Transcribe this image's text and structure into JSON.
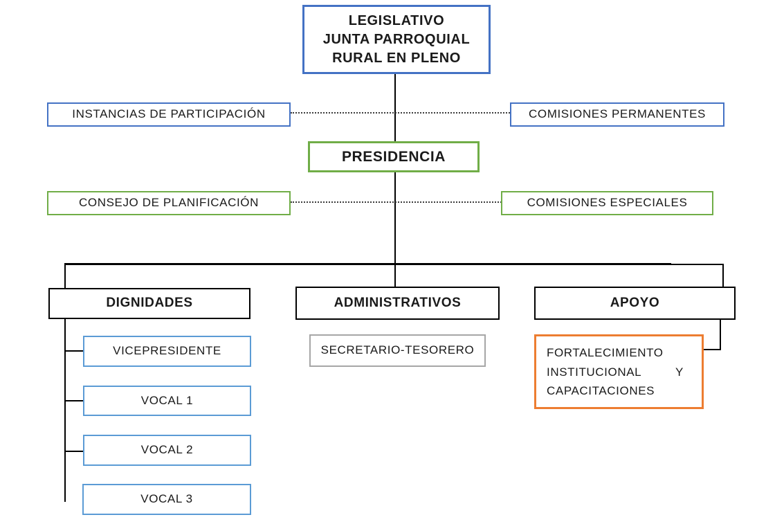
{
  "diagram": {
    "type": "org-chart",
    "nodes": {
      "legislativo": {
        "lines": [
          "LEGISLATIVO",
          "JUNTA PARROQUIAL",
          "RURAL EN PLENO"
        ],
        "border_color": "#4472C4"
      },
      "instancias_participacion": {
        "label": "INSTANCIAS DE PARTICIPACIÓN",
        "border_color": "#4472C4"
      },
      "comisiones_permanentes": {
        "label": "COMISIONES PERMANENTES",
        "border_color": "#4472C4"
      },
      "presidencia": {
        "label": "PRESIDENCIA",
        "border_color": "#70AD47"
      },
      "consejo_planificacion": {
        "label": "CONSEJO DE PLANIFICACIÓN",
        "border_color": "#70AD47"
      },
      "comisiones_especiales": {
        "label": "COMISIONES ESPECIALES",
        "border_color": "#70AD47"
      },
      "dignidades": {
        "label": "DIGNIDADES",
        "border_color": "#000000"
      },
      "administrativos": {
        "label": "ADMINISTRATIVOS",
        "border_color": "#000000"
      },
      "apoyo": {
        "label": "APOYO",
        "border_color": "#000000"
      },
      "vicepresidente": {
        "label": "VICEPRESIDENTE",
        "border_color": "#5B9BD5"
      },
      "vocal1": {
        "label": "VOCAL 1",
        "border_color": "#5B9BD5"
      },
      "vocal2": {
        "label": "VOCAL 2",
        "border_color": "#5B9BD5"
      },
      "vocal3": {
        "label": "VOCAL 3",
        "border_color": "#5B9BD5"
      },
      "secretario_tesorero": {
        "label": "SECRETARIO-TESORERO",
        "border_color": "#A6A6A6"
      },
      "fortalecimiento": {
        "label": "FORTALECIMIENTO INSTITUCIONAL Y CAPACITACIONES",
        "border_color": "#ED7D31"
      }
    },
    "colors": {
      "blue": "#4472C4",
      "green": "#70AD47",
      "light_blue": "#5B9BD5",
      "gray": "#A6A6A6",
      "orange": "#ED7D31",
      "connector": "#000000",
      "background": "#FFFFFF"
    }
  }
}
